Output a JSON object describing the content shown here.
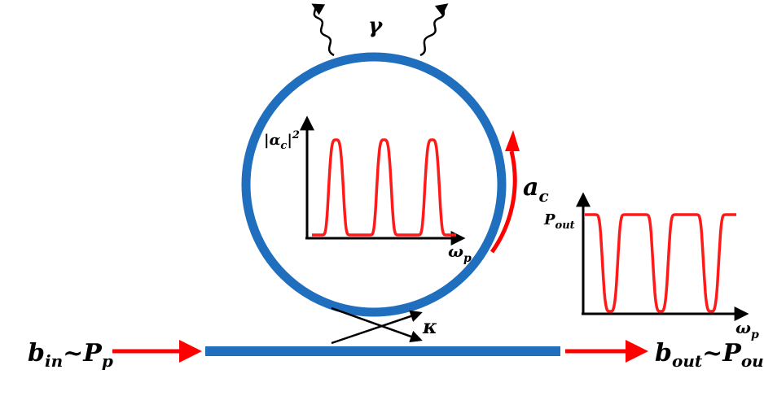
{
  "labels": {
    "gamma": "γ",
    "kappa": "κ",
    "a_main": "a",
    "a_sub": "c",
    "b_in_main": "b",
    "b_in_sub": "in",
    "b_in_tilde": "~P",
    "b_in_tilde_sub": "p",
    "b_out_main": "b",
    "b_out_sub": "out",
    "b_out_tilde": "~P",
    "b_out_tilde_sub": "out",
    "inset_y_bar_left": "|",
    "inset_y_alpha": "α",
    "inset_y_sub": "c",
    "inset_y_bar_right": "|",
    "inset_y_sup": "2",
    "inset_x": "ω",
    "inset_x_sub": "p",
    "right_y": "P",
    "right_y_sub": "out",
    "right_x": "ω",
    "right_x_sub": "p"
  },
  "colors": {
    "ring": "#1f6fbe",
    "waveguide": "#1f6fbe",
    "arrows": "#ff0000",
    "curve": "#ff1a1a",
    "axes": "#000000"
  },
  "chart_data": [
    {
      "type": "line",
      "ylabel": "|αc|²",
      "xlabel": "ωp",
      "series": [
        {
          "peaks": 3,
          "baseline": 0.0,
          "peak_value": 1.0,
          "shape": "resonance-peaks"
        }
      ]
    },
    {
      "type": "line",
      "ylabel": "Pout",
      "xlabel": "ωp",
      "series": [
        {
          "dips": 3,
          "baseline": 1.0,
          "dip_value": 0.0,
          "shape": "resonance-dips"
        }
      ]
    }
  ]
}
